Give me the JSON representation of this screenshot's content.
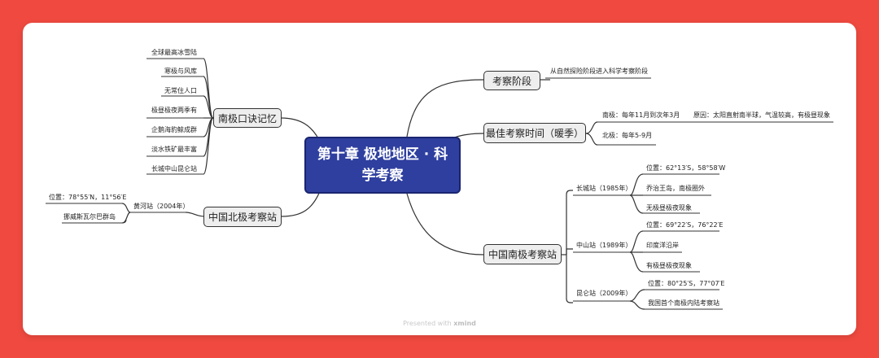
{
  "central": "第十章 极地地区 · 科学考察",
  "topics": {
    "stage": "考察阶段",
    "best_time": "最佳考察时间（暖季）",
    "antarctic": "中国南极考察站",
    "mnemonic": "南极口诀记忆",
    "arctic": "中国北极考察站"
  },
  "leaves": {
    "stage_desc": "从自然探险阶段进入科学考察阶段",
    "south": "南极：每年11月到次年3月",
    "reason": "原因：太阳直射南半球，气温较高，有极昼现象",
    "north": "北极：每年5-9月",
    "changcheng": "长城站（1985年）",
    "cc_pos": "位置：62°13′S，58°58′W",
    "cc_loc": "乔治王岛，南极圈外",
    "cc_note": "无极昼极夜现象",
    "zhongshan": "中山站（1989年）",
    "zs_pos": "位置：69°22′S，76°22′E",
    "zs_loc": "印度洋沿岸",
    "zs_note": "有极昼极夜现象",
    "kunlun": "昆仑站（2009年）",
    "kl_pos": "位置：80°25′S，77°07′E",
    "kl_note": "我国首个南极内陆考察站",
    "m1": "全球最高冰雪陆",
    "m2": "寒极与风库",
    "m3": "无常住人口",
    "m4": "极昼极夜两季有",
    "m5": "企鹅海豹鲸成群",
    "m6": "淡水铁矿最丰富",
    "m7": "长城中山昆仑站",
    "huanghe": "黄河站（2004年）",
    "hh_pos": "位置：78°55′N，11°56′E",
    "hh_loc": "挪威斯瓦尔巴群岛"
  },
  "footer": {
    "prefix": "Presented with",
    "brand": "xmind"
  }
}
